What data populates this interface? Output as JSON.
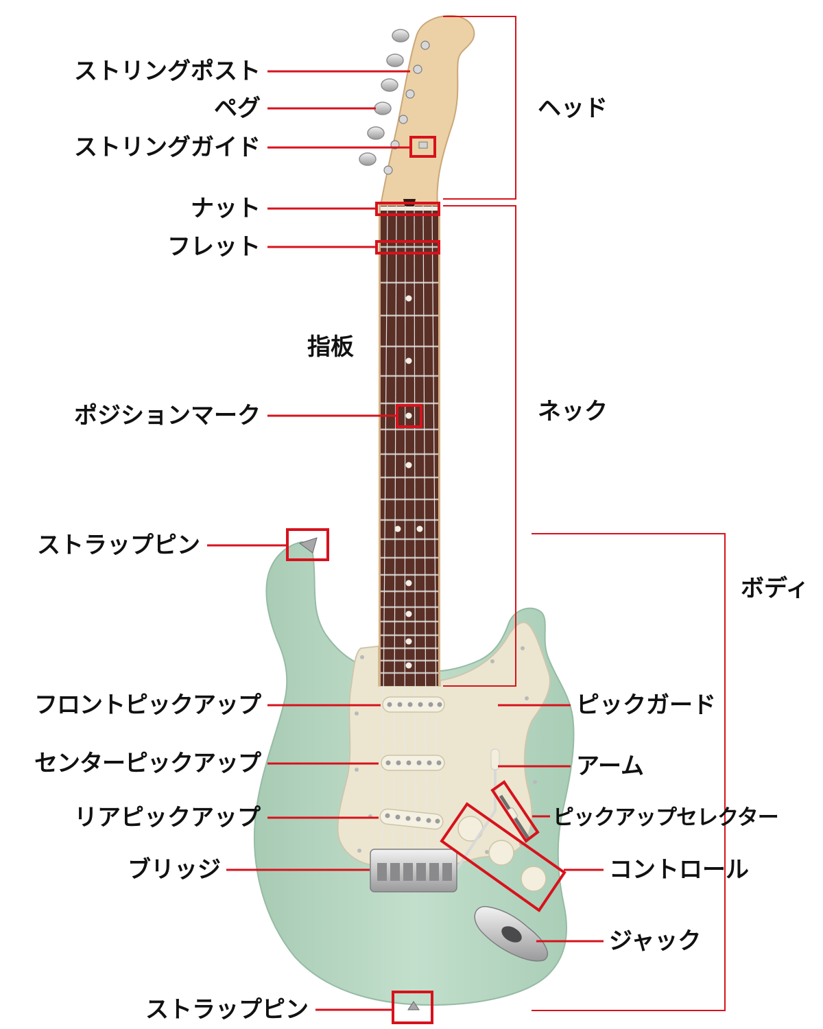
{
  "labels": {
    "string_post": "ストリングポスト",
    "peg": "ペグ",
    "string_guide": "ストリングガイド",
    "nut": "ナット",
    "fret": "フレット",
    "fingerboard": "指板",
    "position_mark": "ポジションマーク",
    "strap_pin_top": "ストラップピン",
    "front_pickup": "フロントピックアップ",
    "center_pickup": "センターピックアップ",
    "rear_pickup": "リアピックアップ",
    "bridge": "ブリッジ",
    "strap_pin_bottom": "ストラップピン",
    "head": "ヘッド",
    "neck": "ネック",
    "body": "ボディ",
    "pickguard": "ピックガード",
    "arm": "アーム",
    "pickup_selector": "ピックアップセレクター",
    "control": "コントロール",
    "jack": "ジャック"
  },
  "colors": {
    "callout": "#d7121c",
    "body": "#b9d8c4",
    "pickguard": "#ede7d2",
    "fingerboard": "#5a2f26",
    "headstock": "#ecd1a6",
    "chrome": "#c9c9cb"
  }
}
